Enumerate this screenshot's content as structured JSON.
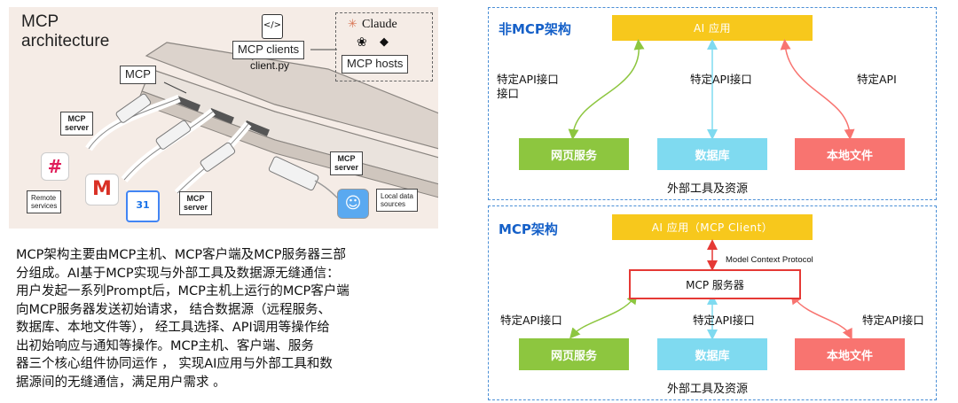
{
  "illustration": {
    "title": "MCP\narchitecture",
    "mcp_clients": "MCP clients",
    "client_file": "client.py",
    "claude": "Claude",
    "mcp_hosts": "MCP hosts",
    "mcp": "MCP",
    "mcp_server_1": "MCP\nserver",
    "mcp_server_2": "MCP\nserver",
    "mcp_server_3": "MCP\nserver",
    "remote_services": "Remote\nservices",
    "local_data_sources": "Local data\nsources",
    "calendar_day": "31"
  },
  "description": "MCP架构主要由MCP主机、MCP客户端及MCP服务器三部\n分组成。AI基于MCP实现与外部工具及数据源无缝通信：\n用户发起一系列Prompt后，MCP主机上运行的MCP客户端\n向MCP服务器发送初始请求， 结合数据源（远程服务、\n数据库、本地文件等）， 经工具选择、API调用等操作给\n出初始响应与通知等操作。MCP主机、客户端、服务\n器三个核心组件协同运作 ， 实现AI应用与外部工具和数\n据源间的无缝通信，满足用户需求 。",
  "top_panel": {
    "title": "非MCP架构",
    "app": "AI 应用",
    "api_left": "特定API接口\n接口",
    "api_middle": "特定API接口",
    "api_right": "特定API",
    "web": "网页服务",
    "db": "数据库",
    "file": "本地文件",
    "resources": "外部工具及资源"
  },
  "bottom_panel": {
    "title": "MCP架构",
    "app": "AI 应用（MCP Client）",
    "protocol": "Model Context Protocol",
    "server": "MCP 服务器",
    "api_left": "特定API接口",
    "api_middle": "特定API接口",
    "api_right": "特定API接口",
    "web": "网页服务",
    "db": "数据库",
    "file": "本地文件",
    "resources": "外部工具及资源"
  },
  "colors": {
    "panel_border": "#4b8fd6",
    "title_blue": "#1560c8",
    "app_yellow": "#f7c81c",
    "web_green": "#8dc63f",
    "db_blue": "#7fdaf0",
    "file_red": "#f87470",
    "server_border": "#e53935"
  }
}
